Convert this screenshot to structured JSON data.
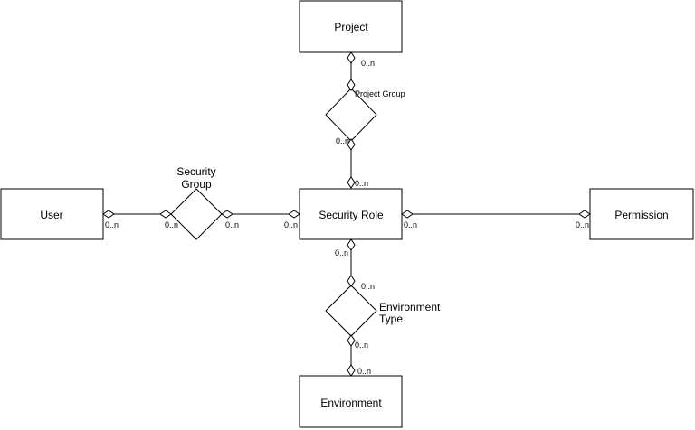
{
  "entities": {
    "project": "Project",
    "user": "User",
    "security_role": "Security Role",
    "permission": "Permission",
    "environment": "Environment"
  },
  "relationships": {
    "project_group": "Project Group",
    "security_group": [
      "Security",
      "Group"
    ],
    "environment_type": [
      "Environment",
      "Type"
    ]
  },
  "cardinality": "0..n"
}
